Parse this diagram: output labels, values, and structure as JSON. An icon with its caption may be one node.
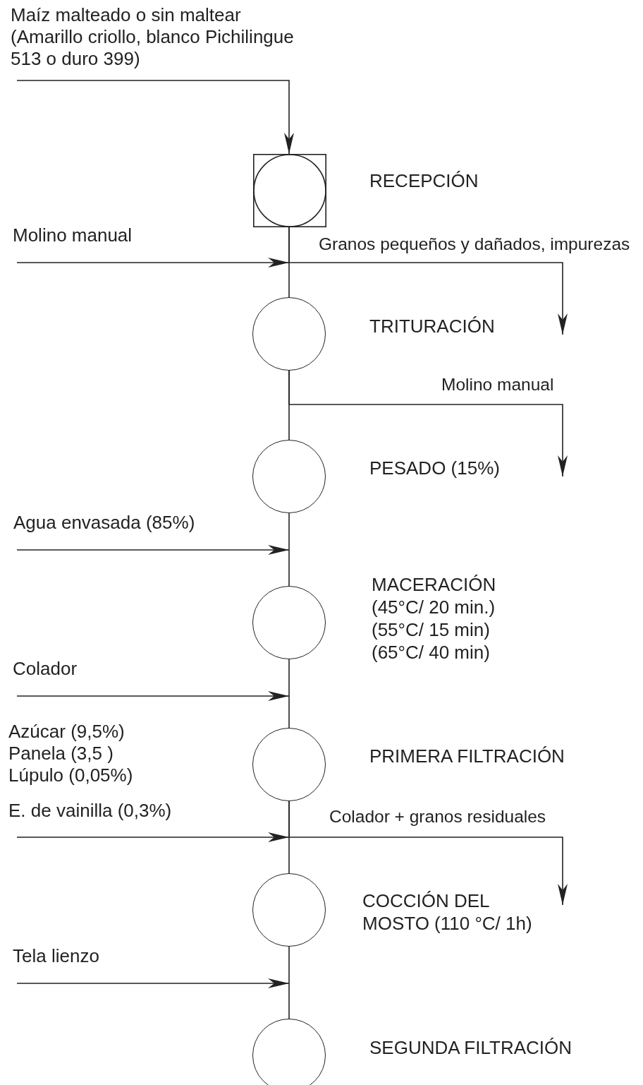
{
  "diagram": {
    "nodes": [
      {
        "text": [
          "Maíz malteado o sin maltear (Amarillo criollo, blanco Pichilingue 513 o duro 399)"
        ]
      },
      {
        "text": [],
        "shape": "box",
        "beside": [
          "RECEPCIÓN"
        ]
      },
      {
        "text": [
          "Molino manual"
        ]
      },
      {
        "text": [],
        "shape": "circle",
        "beside": [
          "TRITURACIÓN"
        ]
      },
      {
        "text": [],
        "shape": "circle",
        "beside": [
          "PESADO (15%)"
        ]
      },
      {
        "text": [
          "Agua envasada (85%)"
        ]
      },
      {
        "text": [],
        "shape": "circle",
        "beside": [
          "MACERACIÓN",
          "(45°C/ 20 min.) (55°C/ 15 min) (65°C/ 40 min)"
        ]
      },
      {
        "text": [
          "Colador"
        ]
      },
      {
        "text": [],
        "shape": "circle",
        "beside": [
          "PRIMERA FILTRACIÓN"
        ]
      },
      {
        "text": [
          "Azúcar (9,5%)",
          "Panela (3,5 )",
          "Lúpulo (0,05%)",
          "E. de vainilla (0,3%)"
        ]
      },
      {
        "text": [],
        "shape": "circle",
        "beside": [
          "COCCIÓN DEL MOSTO (110 °C/ 1h)"
        ]
      },
      {
        "text": [
          "Tela lienzo"
        ]
      },
      {
        "text": [],
        "shape": "circle",
        "beside": [
          "SEGUNDA FILTRACIÓN"
        ]
      }
    ],
    "edges": [
      {
        "from": 0,
        "to": 1,
        "arrow": "to"
      },
      {
        "from": 1,
        "to": 3,
        "arrow": "none"
      },
      {
        "from": 2,
        "to": null,
        "arrow": "to"
      },
      {
        "from": 1,
        "to": null,
        "arrow": "to",
        "label": "Granos pequeños y dañados, impurezas"
      },
      {
        "from": 3,
        "to": 4,
        "arrow": "none"
      },
      {
        "from": 3,
        "to": null,
        "arrow": "to",
        "label": "Molino manual"
      },
      {
        "from": 5,
        "to": null,
        "arrow": "to"
      },
      {
        "from": 4,
        "to": 6,
        "arrow": "none"
      },
      {
        "from": 7,
        "to": null,
        "arrow": "to"
      },
      {
        "from": 6,
        "to": 8,
        "arrow": "none"
      },
      {
        "from": 9,
        "to": null,
        "arrow": "to"
      },
      {
        "from": 8,
        "to": null,
        "arrow": "to",
        "label": "Colador + granos residuales"
      },
      {
        "from": 8,
        "to": 10,
        "arrow": "none"
      },
      {
        "from": 11,
        "to": null,
        "arrow": "to"
      },
      {
        "from": 10,
        "to": 12,
        "arrow": "none"
      }
    ]
  }
}
